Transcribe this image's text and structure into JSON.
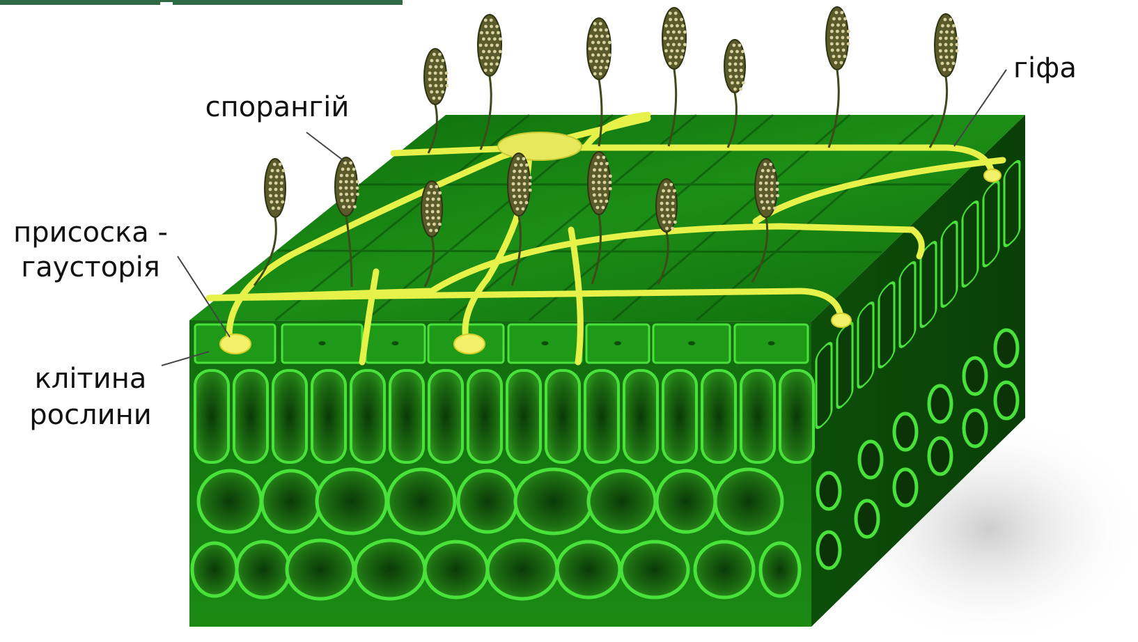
{
  "labels": {
    "sporangium": "спорангій",
    "hypha": "гіфа",
    "haustorium_line1": "присоска -",
    "haustorium_line2": "гаусторія",
    "plant_cell_line1": "клітина",
    "plant_cell_line2": "рослини"
  },
  "colors": {
    "leaf_dark": "#0f5a0c",
    "leaf_mid": "#1e8a16",
    "leaf_light": "#35c22b",
    "cell_outline": "#49e23b",
    "hypha": "#e6f24a",
    "sporangium_body": "#5a5a2a",
    "sporangium_dots": "#d8d2a0",
    "top_bar": "#2e6b45"
  }
}
